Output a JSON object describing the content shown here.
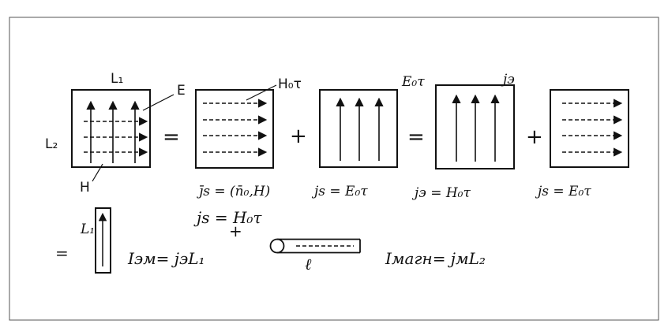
{
  "colors": {
    "ink": "#111111",
    "frame": "#555555",
    "background": "#ffffff"
  },
  "top_row": {
    "label_l1": "L₁",
    "label_l2": "L₂",
    "label_e": "E",
    "label_h": "H",
    "label_h0t": "H₀τ",
    "label_e0t": "E₀τ",
    "label_je": "jэ",
    "op_equals_1": "=",
    "op_plus_1": "+",
    "op_equals_2": "=",
    "op_plus_2": "+"
  },
  "formulas": {
    "f1": "j̄s = (n̄₀,H)",
    "f2": "js = E₀τ",
    "f3": "jэ = H₀τ",
    "f4": "js = E₀τ",
    "f5": "js = H₀τ"
  },
  "bottom_row": {
    "op_equals": "=",
    "label_l1": "L₁",
    "i_em": "Iэм= jэL₁",
    "op_plus": "+",
    "label_l": "ℓ",
    "i_magn": "Iмагн= jмL₂"
  }
}
